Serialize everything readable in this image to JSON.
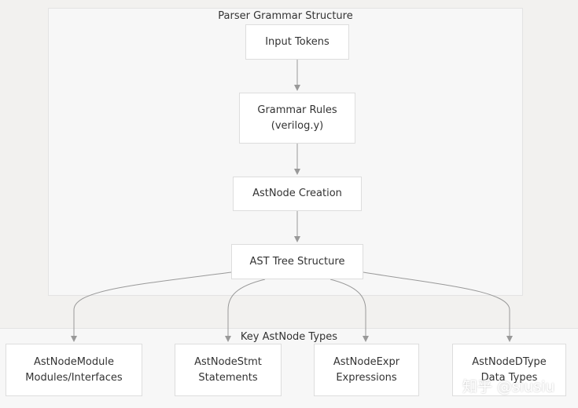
{
  "diagram": {
    "parser_cluster": {
      "title": "Parser Grammar Structure"
    },
    "types_cluster": {
      "title": "Key AstNode Types"
    },
    "nodes": {
      "input_tokens": {
        "line1": "Input Tokens"
      },
      "grammar_rules": {
        "line1": "Grammar Rules",
        "line2": "(verilog.y)"
      },
      "astnode_creation": {
        "line1": "AstNode Creation"
      },
      "ast_tree": {
        "line1": "AST Tree Structure"
      },
      "module": {
        "line1": "AstNodeModule",
        "line2": "Modules/Interfaces"
      },
      "stmt": {
        "line1": "AstNodeStmt",
        "line2": "Statements"
      },
      "expr": {
        "line1": "AstNodeExpr",
        "line2": "Expressions"
      },
      "dtype": {
        "line1": "AstNodeDType",
        "line2": "Data Types"
      }
    },
    "colors": {
      "background": "#f2f1ef",
      "cluster_fill": "#f7f7f7",
      "cluster_border": "#e3e3e3",
      "node_fill": "#ffffff",
      "node_border": "#dddddd",
      "edge": "#999999"
    }
  },
  "watermark": {
    "text": "知乎 @siusiu"
  }
}
